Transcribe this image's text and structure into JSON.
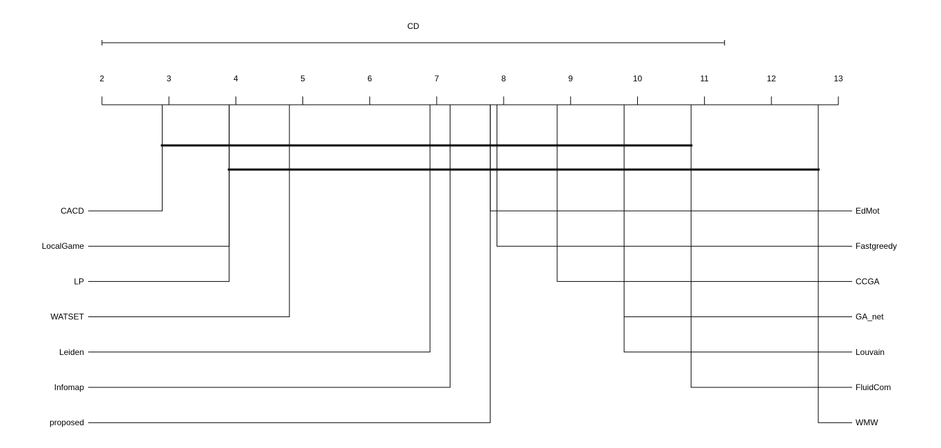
{
  "chart_data": {
    "type": "critical-difference",
    "cd_label": "CD",
    "cd_value": 9.3,
    "axis": {
      "min": 2,
      "max": 13,
      "ticks": [
        2,
        3,
        4,
        5,
        6,
        7,
        8,
        9,
        10,
        11,
        12,
        13
      ]
    },
    "methods_left": [
      {
        "name": "CACD",
        "rank": 2.9
      },
      {
        "name": "LocalGame",
        "rank": 3.9
      },
      {
        "name": "LP",
        "rank": 3.9
      },
      {
        "name": "WATSET",
        "rank": 4.8
      },
      {
        "name": "Leiden",
        "rank": 6.9
      },
      {
        "name": "Infomap",
        "rank": 7.2
      },
      {
        "name": "proposed",
        "rank": 7.8
      }
    ],
    "methods_right": [
      {
        "name": "EdMot",
        "rank": 7.8
      },
      {
        "name": "Fastgreedy",
        "rank": 7.9
      },
      {
        "name": "CCGA",
        "rank": 8.8
      },
      {
        "name": "GA_net",
        "rank": 9.8
      },
      {
        "name": "Louvain",
        "rank": 9.8
      },
      {
        "name": "FluidCom",
        "rank": 10.8
      },
      {
        "name": "WMW",
        "rank": 12.7
      }
    ],
    "cliques": [
      {
        "from": 2.9,
        "to": 10.8
      },
      {
        "from": 3.9,
        "to": 12.7
      }
    ]
  }
}
